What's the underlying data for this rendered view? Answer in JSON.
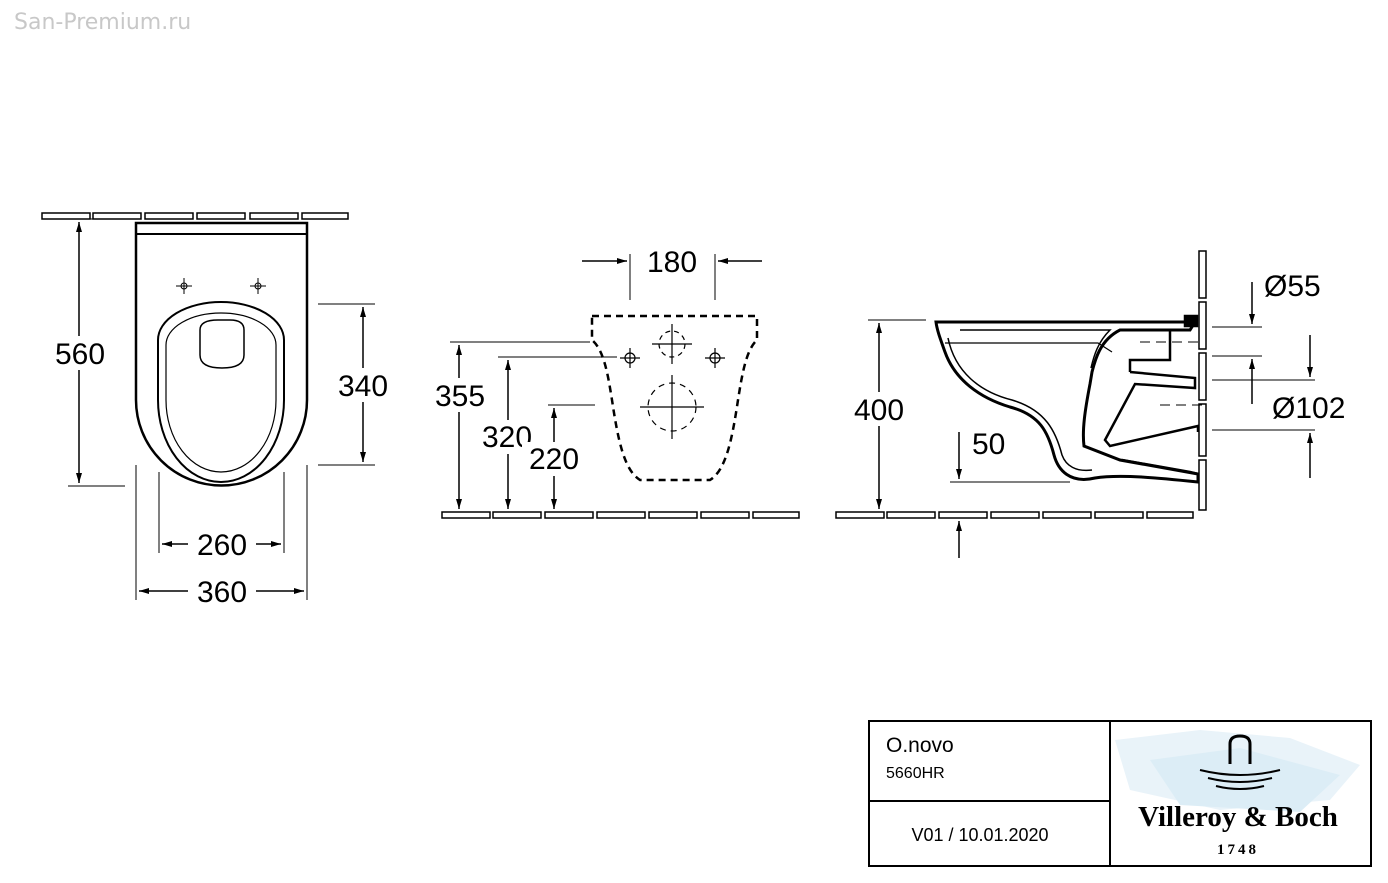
{
  "watermark": "San-Premium.ru",
  "front_view": {
    "dim_height": "560",
    "dim_depth": "340",
    "dim_inner_width": "260",
    "dim_width": "360"
  },
  "back_view": {
    "dim_spacing": "180",
    "dim_h1": "355",
    "dim_h2": "320",
    "dim_h3": "220"
  },
  "side_view": {
    "dim_height": "400",
    "dim_floor": "50",
    "dim_outlet_small": "Ø55",
    "dim_outlet_large": "Ø102"
  },
  "title_block": {
    "product_name": "O.novo",
    "product_code": "5660HR",
    "version": "V01 / 10.01.2020",
    "brand_name": "Villeroy & Boch",
    "brand_year": "1748"
  }
}
